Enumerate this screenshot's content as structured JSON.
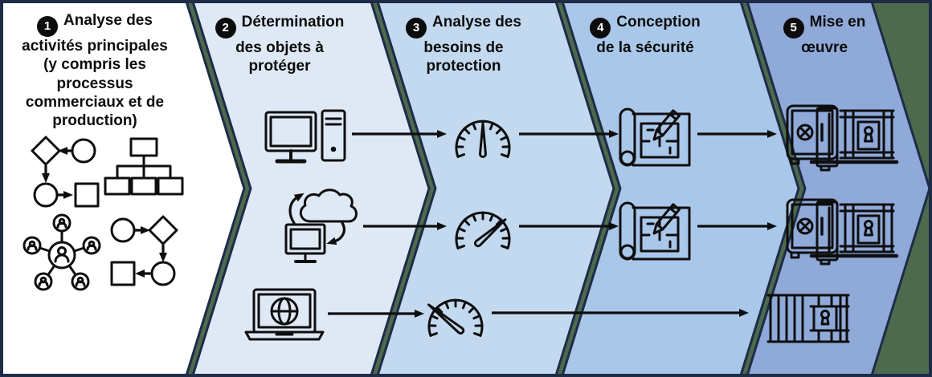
{
  "figure": {
    "background_color": "#4e6a4d",
    "outline_color": "#1e2c48",
    "text_color": "#0c0c0c",
    "badge_color": "#0c0c0c"
  },
  "steps": [
    {
      "number": "1",
      "title": "Analyse des\nactivités principales\n(y compris les\nprocessus\ncommerciaux et de\nproduction)",
      "fill": "#ffffff",
      "icons": [
        "flowchart-icon",
        "org-chart-icon",
        "people-network-icon",
        "flowchart-reverse-icon"
      ]
    },
    {
      "number": "2",
      "title": "Détermination\ndes objets à\nprotéger",
      "fill": "#dfe9f6",
      "icons": [
        "desktop-computer-icon",
        "cloud-sync-icon",
        "laptop-globe-icon"
      ]
    },
    {
      "number": "3",
      "title": "Analyse des\nbesoins de\nprotection",
      "fill": "#c3d9ef",
      "icons": [
        "gauge-medium-icon",
        "gauge-high-icon",
        "gauge-low-icon"
      ]
    },
    {
      "number": "4",
      "title": "Conception\nde la sécurité",
      "fill": "#a9c7e9",
      "icons": [
        "blueprint-icon",
        "blueprint-icon"
      ]
    },
    {
      "number": "5",
      "title": "Mise en\nœuvre",
      "fill": "#8fa9d9",
      "icons": [
        "safe-gate-icon",
        "safe-gate-icon",
        "barred-gate-icon"
      ]
    }
  ]
}
